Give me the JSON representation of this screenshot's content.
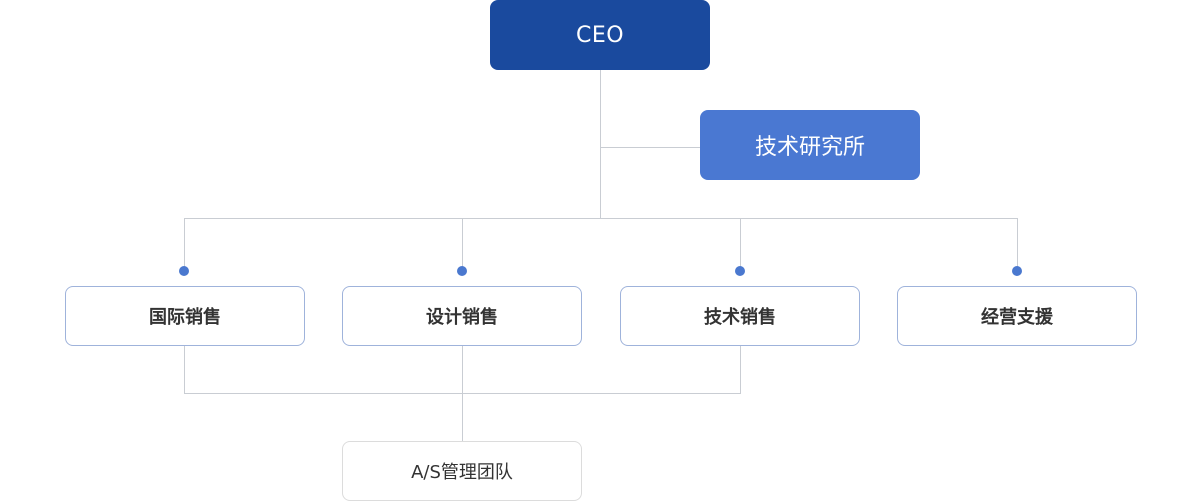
{
  "org": {
    "ceo": "CEO",
    "lab": "技术研究所",
    "departments": [
      "国际销售",
      "设计销售",
      "技术销售",
      "经营支援"
    ],
    "team": "A/S管理团队"
  },
  "colors": {
    "ceo_fill": "#1a4a9e",
    "lab_fill": "#4a78d2",
    "connector_dot": "#4a78cf",
    "line": "#c9cdd3",
    "dept_border": "#9fb3db"
  }
}
